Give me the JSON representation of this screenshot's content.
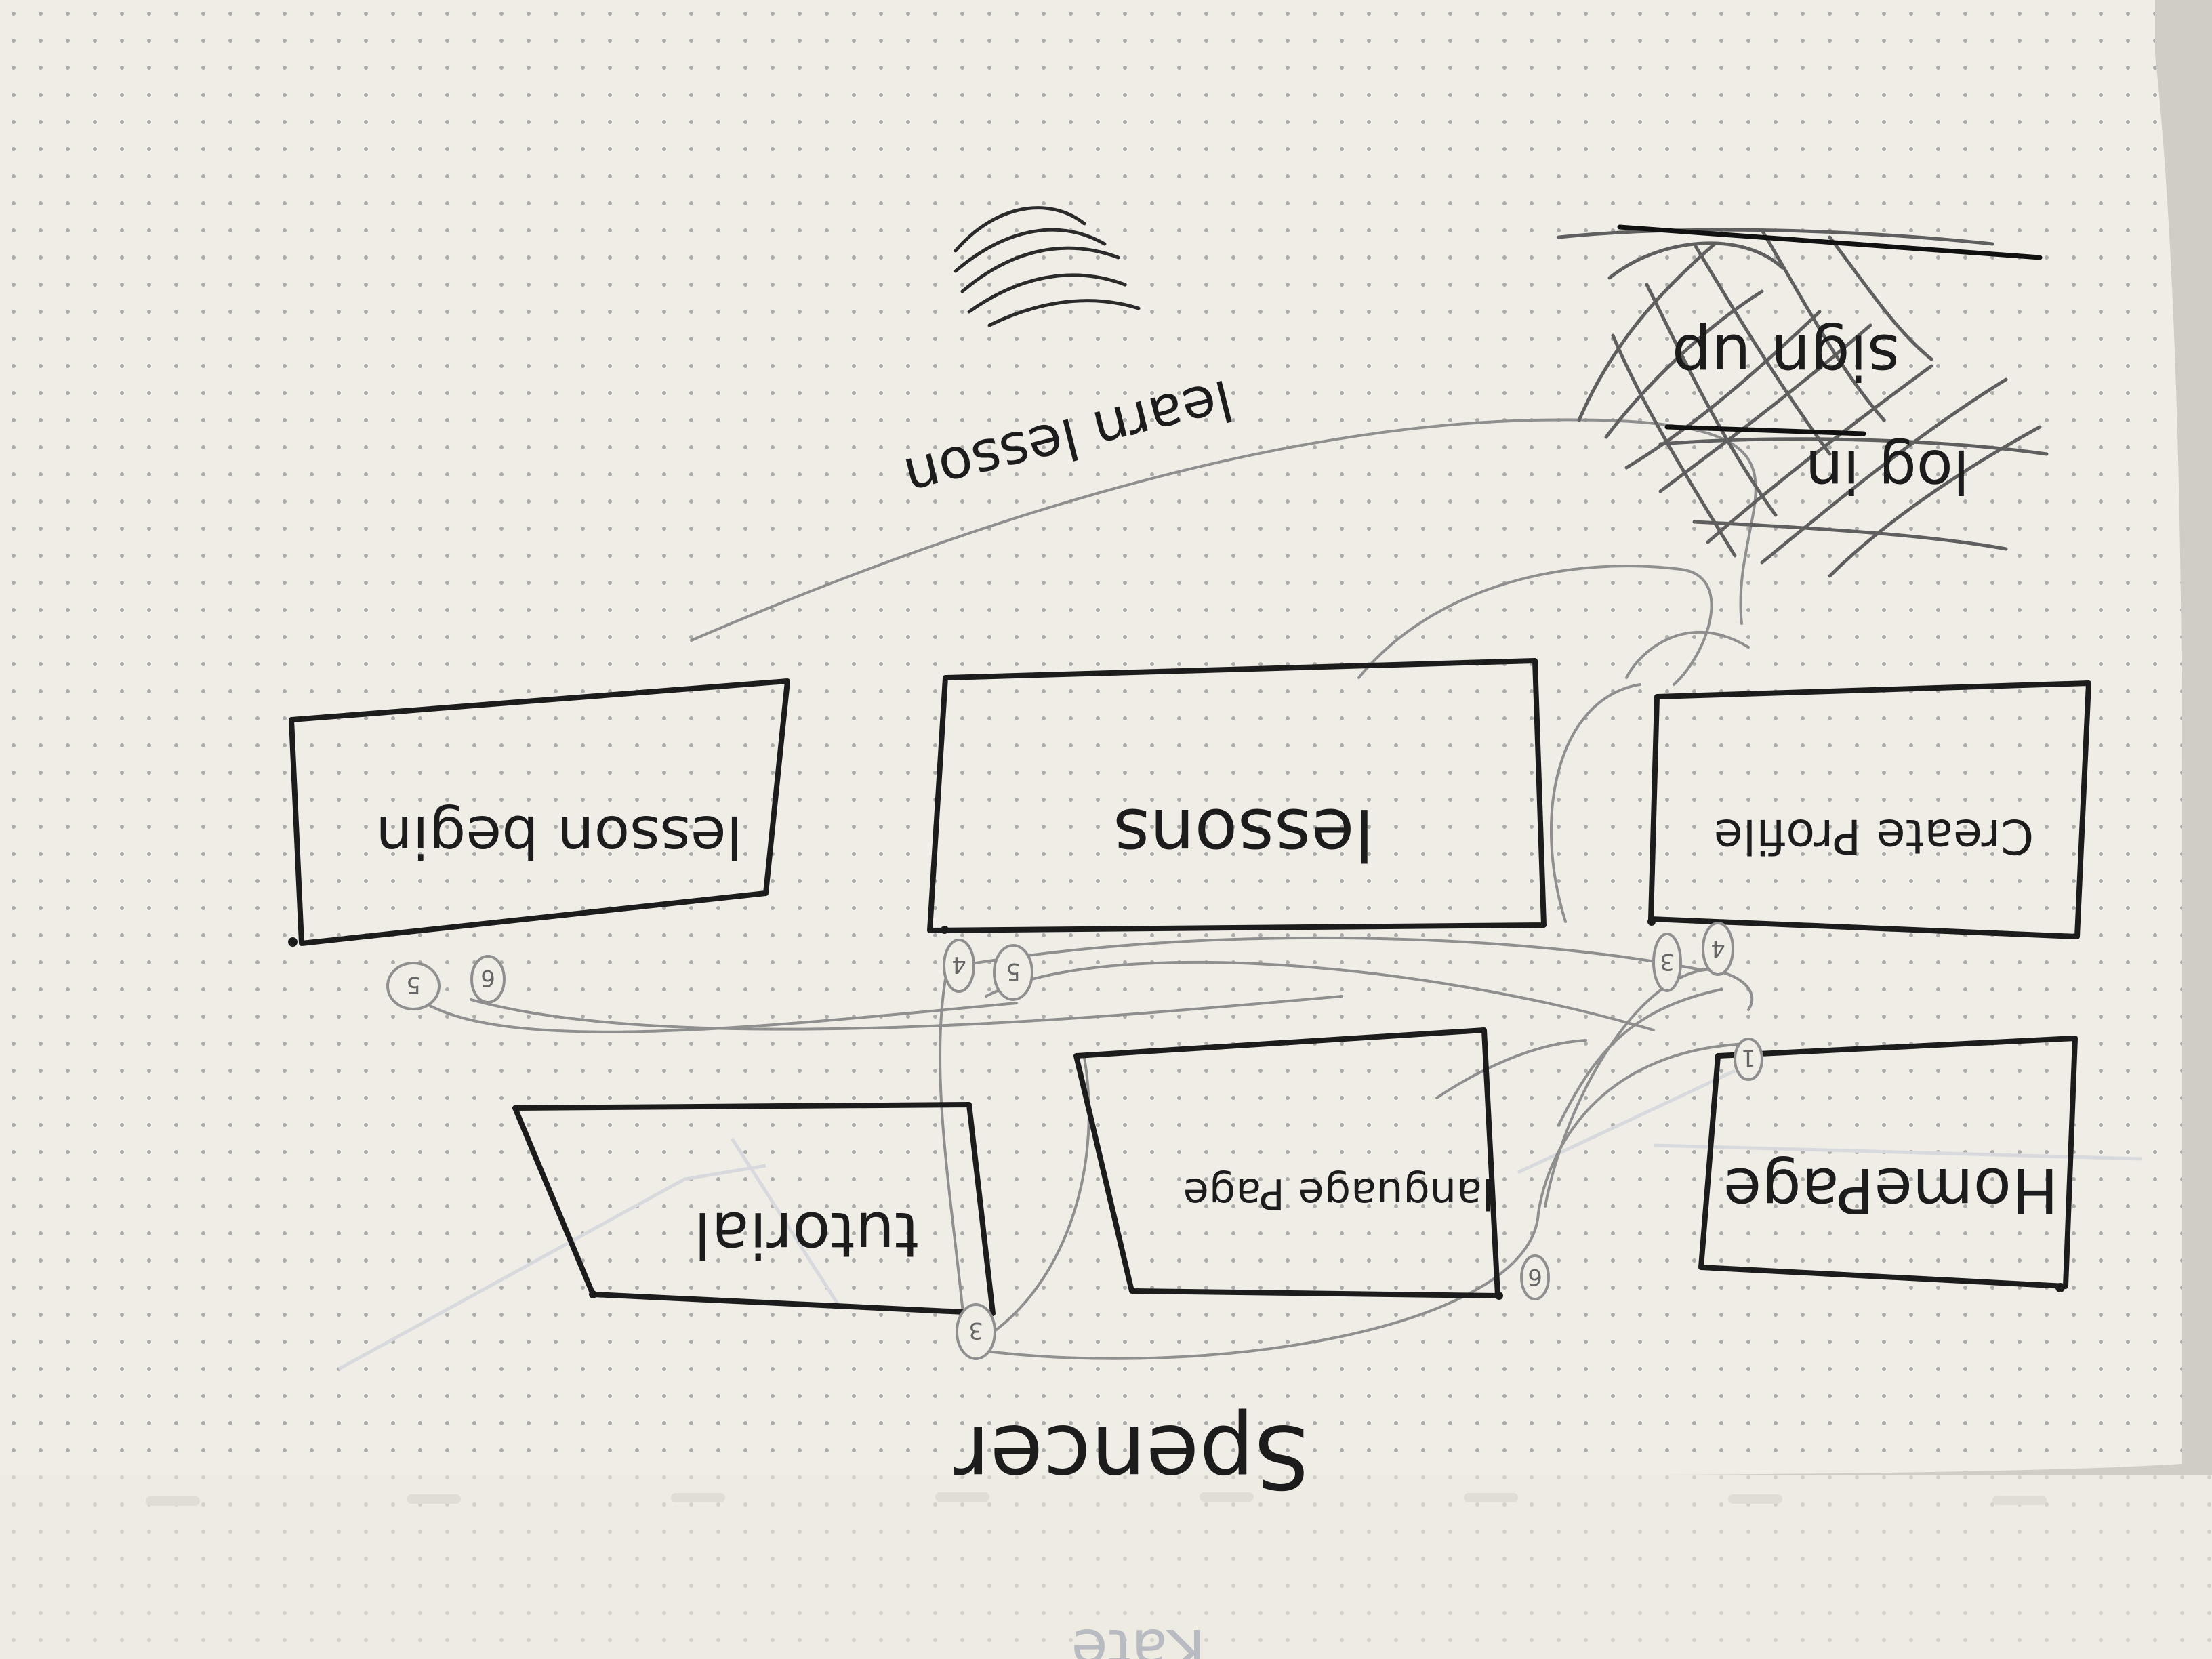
{
  "screens": [
    {
      "id": "homepage",
      "label": "HomePage"
    },
    {
      "id": "create-profile",
      "label": "Create Profile"
    },
    {
      "id": "language-page",
      "label": "language Page"
    },
    {
      "id": "lessons",
      "label": "lessons"
    },
    {
      "id": "tutorial",
      "label": "tutorial"
    },
    {
      "id": "lesson-begin",
      "label": "lesson begin"
    }
  ],
  "notes": {
    "learn_lesson": "learn lesson",
    "log_in": "log in",
    "sign_up": "sign up",
    "author": "Spencer",
    "faint_name": "Kate"
  },
  "markers": {
    "m1": "1",
    "m2": "4",
    "m3": "3",
    "m4": "5",
    "m5": "4",
    "m6": "6",
    "m7": "5",
    "m8": "6",
    "m9": "3"
  },
  "colors": {
    "paper": "#efede6",
    "ink": "#1d1c1d",
    "pencil": "#8f8f8f",
    "dot": "#9f9f9f",
    "shadow": "#cfcdc6"
  }
}
